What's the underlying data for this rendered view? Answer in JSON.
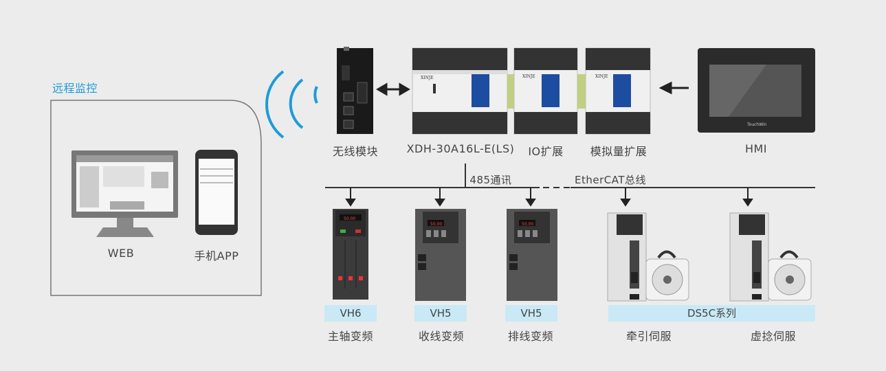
{
  "remote": {
    "title": "远程监控",
    "web_label": "WEB",
    "app_label": "手机APP"
  },
  "top_devices": {
    "wireless": "无线模块",
    "plc": "XDH-30A16L-E(LS)",
    "io": "IO扩展",
    "analog": "模拟量扩展",
    "hmi": "HMI"
  },
  "buses": {
    "rs485": "485通讯",
    "ethercat": "EtherCAT总线"
  },
  "bottom_devices": {
    "vfd1_model": "VH6",
    "vfd1_name": "主轴变频",
    "vfd2_model": "VH5",
    "vfd2_name": "收线变频",
    "vfd3_model": "VH5",
    "vfd3_name": "排线变频",
    "servo_model": "DS5C系列",
    "servo1_name": "牵引伺服",
    "servo2_name": "虚捻伺服"
  },
  "colors": {
    "accent": "#1e9bd7",
    "background": "#ececec",
    "tag_bg": "#c9e9f6",
    "line": "#333333"
  }
}
